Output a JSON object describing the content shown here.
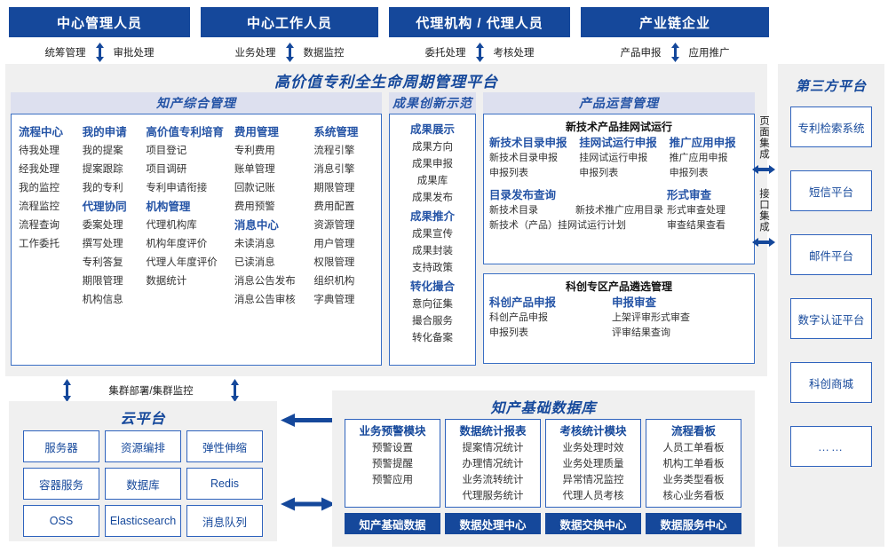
{
  "actors": [
    {
      "label": "中心管理人员",
      "flows": [
        "统筹管理",
        "审批处理"
      ]
    },
    {
      "label": "中心工作人员",
      "flows": [
        "业务处理",
        "数据监控"
      ]
    },
    {
      "label": "代理机构 / 代理人员",
      "flows": [
        "委托处理",
        "考核处理"
      ]
    },
    {
      "label": "产业链企业",
      "flows": [
        "产品申报",
        "应用推广"
      ]
    }
  ],
  "platform": {
    "title": "高价值专利全生命周期管理平台",
    "sections": {
      "comprehensive": {
        "title": "知产综合管理",
        "columns": [
          {
            "groups": [
              {
                "head": "流程中心",
                "items": [
                  "待我处理",
                  "经我处理",
                  "我的监控",
                  "流程监控",
                  "流程查询",
                  "工作委托"
                ]
              }
            ]
          },
          {
            "groups": [
              {
                "head": "我的申请",
                "items": [
                  "我的提案",
                  "提案跟踪",
                  "我的专利"
                ]
              },
              {
                "head": "代理协同",
                "items": [
                  "委案处理",
                  "撰写处理",
                  "专利答复",
                  "期限管理",
                  "机构信息"
                ]
              }
            ]
          },
          {
            "groups": [
              {
                "head": "高价值专利培育",
                "items": [
                  "项目登记",
                  "项目调研",
                  "专利申请衔接"
                ]
              },
              {
                "head": "机构管理",
                "items": [
                  "代理机构库",
                  "机构年度评价",
                  "代理人年度评价",
                  "数据统计"
                ]
              }
            ]
          },
          {
            "groups": [
              {
                "head": "费用管理",
                "items": [
                  "专利费用",
                  "账单管理",
                  "回款记账",
                  "费用预警"
                ]
              },
              {
                "head": "消息中心",
                "items": [
                  "未读消息",
                  "已读消息",
                  "消息公告发布",
                  "消息公告审核"
                ]
              }
            ]
          },
          {
            "groups": [
              {
                "head": "系统管理",
                "items": [
                  "流程引擎",
                  "消息引擎",
                  "期限管理",
                  "费用配置",
                  "资源管理",
                  "用户管理",
                  "权限管理",
                  "组织机构",
                  "字典管理"
                ]
              }
            ]
          }
        ]
      },
      "innovation": {
        "title": "成果创新示范",
        "groups": [
          {
            "head": "成果展示",
            "items": [
              "成果方向",
              "成果申报",
              "成果库",
              "成果发布"
            ]
          },
          {
            "head": "成果推介",
            "items": [
              "成果宣传",
              "成果封装",
              "支持政策"
            ]
          },
          {
            "head": "转化撮合",
            "items": [
              "意向征集",
              "撮合服务",
              "转化备案"
            ]
          }
        ]
      },
      "operation": {
        "title": "产品运营管理",
        "sub1": {
          "title": "新技术产品挂网试运行",
          "cols": [
            {
              "head": "新技术目录申报",
              "items": [
                "新技术目录申报",
                "申报列表"
              ]
            },
            {
              "head": "挂网试运行申报",
              "items": [
                "挂网试运行申报",
                "申报列表"
              ]
            },
            {
              "head": "推广应用申报",
              "items": [
                "推广应用申报",
                "申报列表"
              ]
            }
          ],
          "row2": [
            {
              "head": "目录发布查询",
              "items_inline": [
                [
                  "新技术目录",
                  "新技术推广应用目录"
                ],
                [
                  "新技术（产品）挂网试运行计划"
                ]
              ]
            },
            {
              "head": "形式审查",
              "items": [
                "形式审查处理",
                "审查结果查看"
              ]
            }
          ]
        },
        "sub2": {
          "title": "科创专区产品遴选管理",
          "cols": [
            {
              "head": "科创产品申报",
              "items": [
                "科创产品申报",
                "申报列表"
              ]
            },
            {
              "head": "申报审查",
              "items": [
                "上架评审形式审查",
                "评审结果查询"
              ]
            }
          ]
        }
      }
    }
  },
  "integration": {
    "page_label": "页面集成",
    "api_label": "接口集成"
  },
  "third_party": {
    "title": "第三方平台",
    "items": [
      "专利检索系统",
      "短信平台",
      "邮件平台",
      "数字认证平台",
      "科创商城",
      "……"
    ]
  },
  "cluster": {
    "label": "集群部署/集群监控"
  },
  "cloud": {
    "title": "云平台",
    "items": [
      "服务器",
      "资源编排",
      "弹性伸缩",
      "容器服务",
      "数据库",
      "Redis",
      "OSS",
      "Elasticsearch",
      "消息队列"
    ]
  },
  "ipdb": {
    "title": "知产基础数据库",
    "cards": [
      {
        "head": "业务预警模块",
        "items": [
          "预警设置",
          "预警提醒",
          "预警应用"
        ],
        "foot": "知产基础数据"
      },
      {
        "head": "数据统计报表",
        "items": [
          "提案情况统计",
          "办理情况统计",
          "业务流转统计",
          "代理服务统计"
        ],
        "foot": "数据处理中心"
      },
      {
        "head": "考核统计模块",
        "items": [
          "业务处理时效",
          "业务处理质量",
          "异常情况监控",
          "代理人员考核"
        ],
        "foot": "数据交换中心"
      },
      {
        "head": "流程看板",
        "items": [
          "人员工单看板",
          "机构工单看板",
          "业务类型看板",
          "核心业务看板"
        ],
        "foot": "数据服务中心"
      }
    ]
  },
  "colors": {
    "brand_blue": "#15489b",
    "accent_blue": "#2554a6",
    "border_blue": "#2f63bd",
    "panel_gray": "#f0f0f0",
    "header_lavender": "#dde0ef"
  }
}
